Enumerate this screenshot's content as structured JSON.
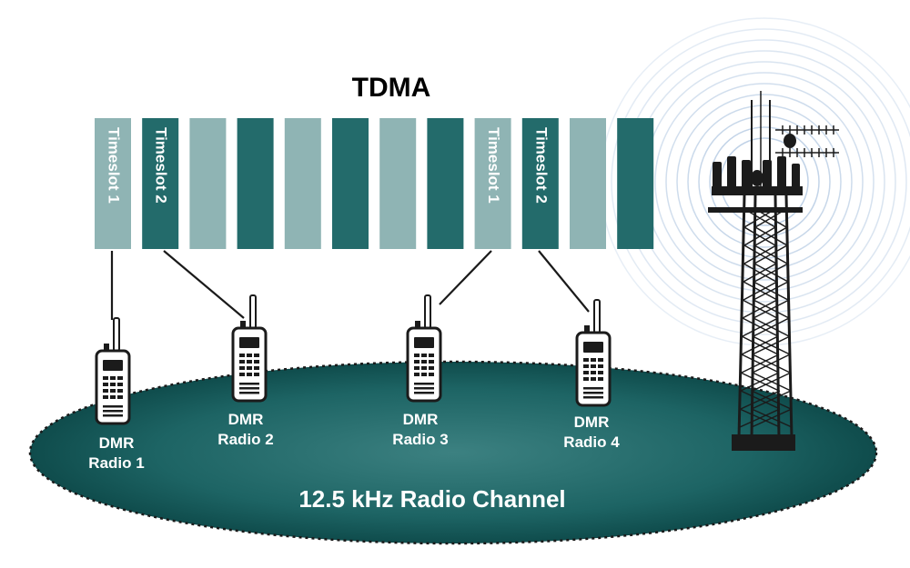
{
  "title": "TDMA",
  "channel_label": "12.5 kHz Radio Channel",
  "timeslots": [
    {
      "label": "Timeslot 1",
      "tone": "light"
    },
    {
      "label": "Timeslot 2",
      "tone": "dark"
    },
    {
      "label": "",
      "tone": "light"
    },
    {
      "label": "",
      "tone": "dark"
    },
    {
      "label": "",
      "tone": "light"
    },
    {
      "label": "",
      "tone": "dark"
    },
    {
      "label": "",
      "tone": "light"
    },
    {
      "label": "",
      "tone": "dark"
    },
    {
      "label": "Timeslot 1",
      "tone": "light"
    },
    {
      "label": "Timeslot 2",
      "tone": "dark"
    },
    {
      "label": "",
      "tone": "light"
    },
    {
      "label": "",
      "tone": "dark"
    }
  ],
  "radios": [
    {
      "line1": "DMR",
      "line2": "Radio 1"
    },
    {
      "line1": "DMR",
      "line2": "Radio 2"
    },
    {
      "line1": "DMR",
      "line2": "Radio 3"
    },
    {
      "line1": "DMR",
      "line2": "Radio 4"
    }
  ],
  "colors": {
    "slot_light": "#8fb4b4",
    "slot_dark": "#236b6b",
    "channel_fill": "#1d6464",
    "signal_rings": "#b9cde4"
  },
  "icons": {
    "radio": "handheld-radio-icon",
    "tower": "radio-tower-icon"
  }
}
